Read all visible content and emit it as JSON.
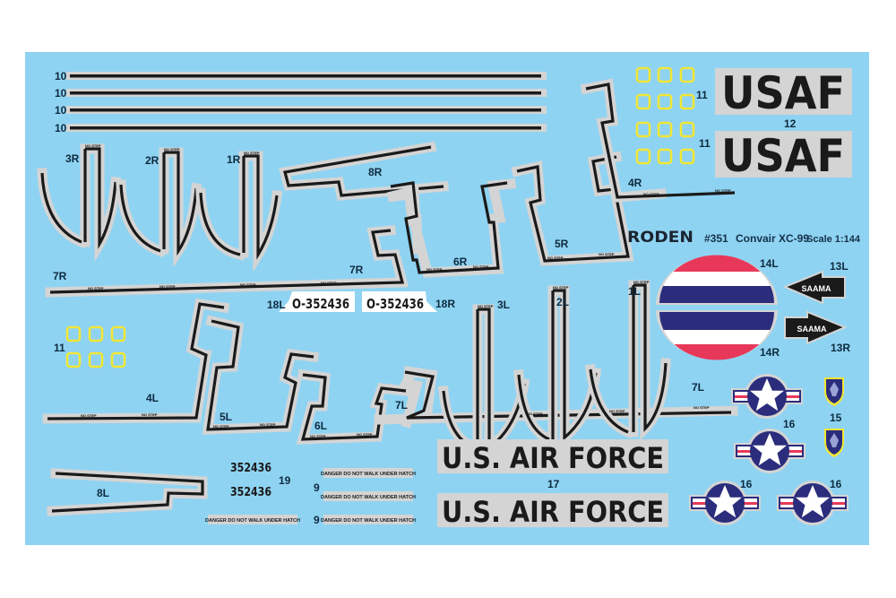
{
  "sheet": {
    "brand": "RODEN",
    "kit_number": "#351",
    "model": "Convair XC-99",
    "scale": "Scale 1:144",
    "colors": {
      "background": "#8fd3f2",
      "carrier": "#d4d4d4",
      "ink": "#1a1a1a",
      "label": "#0e2a3f",
      "yellow": "#f2e635",
      "red": "#e8385a",
      "blue": "#2b2d7c",
      "white": "#ffffff"
    }
  },
  "labels": {
    "stripe": "10",
    "frames": "11",
    "usaf_pair": "12",
    "saama_l": "13L",
    "saama_r": "13R",
    "rudder_l": "14L",
    "rudder_r": "14R",
    "crest": "15",
    "star": "16",
    "usaf_long": "17",
    "serial_l": "18L",
    "serial_r": "18R",
    "serial_small": "19",
    "danger": "9",
    "p1r": "1R",
    "p2r": "2R",
    "p3r": "3R",
    "p4r": "4R",
    "p5r": "5R",
    "p6r": "6R",
    "p7r": "7R",
    "p8r": "8R",
    "p1l": "1L",
    "p2l": "2L",
    "p3l": "3L",
    "p4l": "4L",
    "p5l": "5L",
    "p6l": "6L",
    "p7l": "7L",
    "p8l": "8L"
  },
  "decals": {
    "usaf": "USAF",
    "us_air_force": "U.S. AIR FORCE",
    "serial_tail": "O-352436",
    "serial_small": "352436",
    "saama": "SAAMA",
    "danger": "DANGER DO NOT WALK UNDER HATCH",
    "no_step": "NO STEP"
  }
}
